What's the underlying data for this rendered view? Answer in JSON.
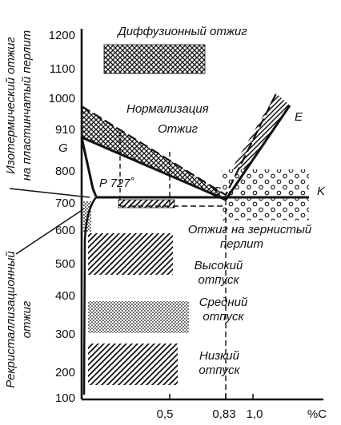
{
  "title": "Диффузионный отжиг",
  "y_axis": {
    "ticks": [
      "1200",
      "1100",
      "1000",
      "910",
      "800",
      "700",
      "600",
      "500",
      "400",
      "300",
      "200",
      "100"
    ]
  },
  "x_axis": {
    "ticks": [
      "0,5",
      "0,83",
      "1,0"
    ],
    "unit": "%С"
  },
  "points": {
    "G": "G",
    "P": "P 727˚",
    "S": "S",
    "K": "K",
    "E": "E"
  },
  "labels": {
    "normalization": "Нормализация",
    "annealing": "Отжиг",
    "spheroidizing_line1": "Отжиг на зернистый",
    "spheroidizing_line2": "перлит",
    "high_tempering_line1": "Высокий",
    "high_tempering_line2": "отпуск",
    "medium_tempering_line1": "Средний",
    "medium_tempering_line2": "отпуск",
    "low_tempering_line1": "Низкий",
    "low_tempering_line2": "отпуск",
    "isothermal_line1": "Изотермический отжиг",
    "isothermal_line2": "на пластинчатый перлит",
    "recrystallization_line1": "Рекристаллизационный",
    "recrystallization_line2": "отжиг"
  }
}
